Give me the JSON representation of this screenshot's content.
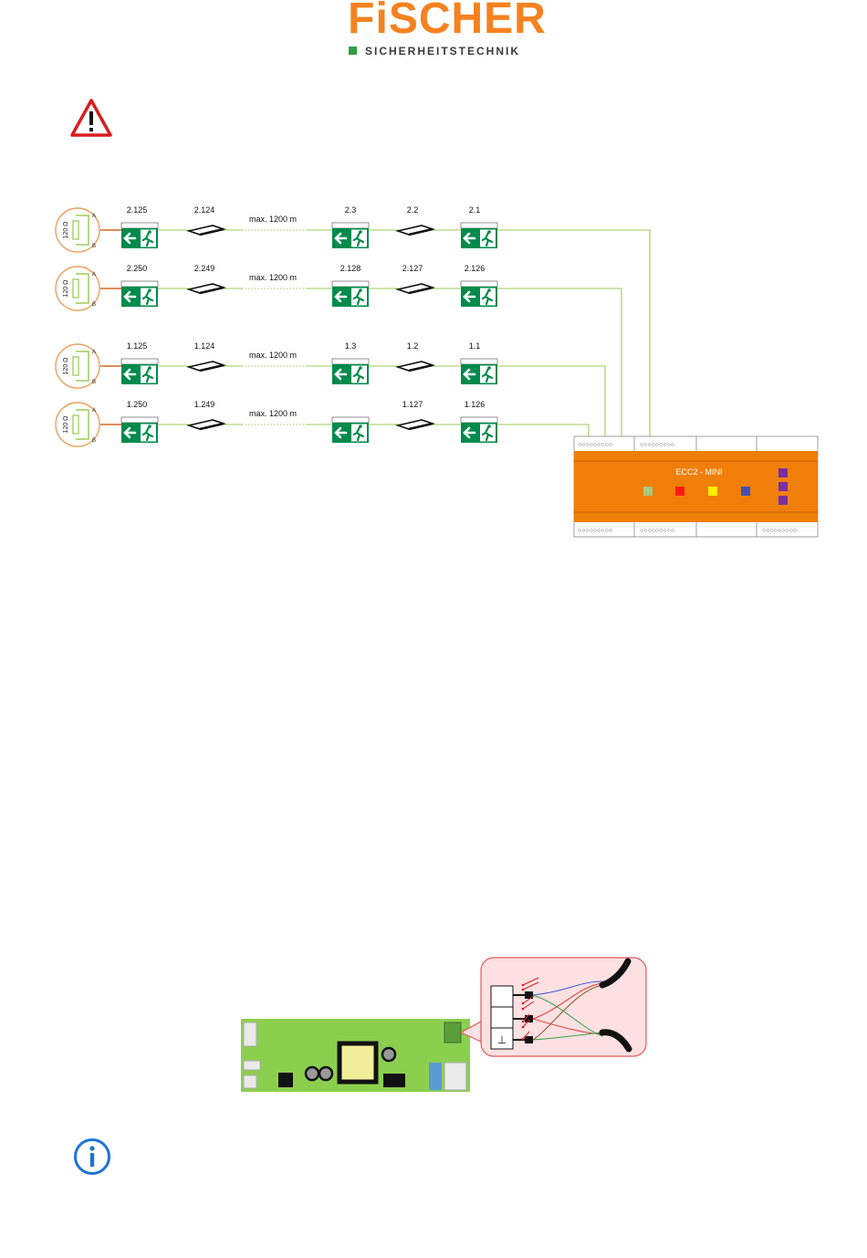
{
  "header": {
    "brand": "FiSCHER",
    "subtitle": "SICHERHEITSTECHNIK",
    "brand_color": "#f58220",
    "subtitle_color": "#3a3a3a",
    "square_color": "#2e9e3e"
  },
  "icons": {
    "warning": "warning-triangle-icon",
    "info": "info-circle-icon",
    "exit_sign": "exit-sign-icon"
  },
  "bus_diagram": {
    "terminator": {
      "resistance": "120 Ω",
      "pin_a": "A",
      "pin_b": "B"
    },
    "distance_label": "max. 1200 m",
    "lines": [
      {
        "labels": [
          "2.125",
          "2.124",
          "2.3",
          "2.2",
          "2.1"
        ]
      },
      {
        "labels": [
          "2.250",
          "2.249",
          "2.128",
          "2.127",
          "2.126"
        ]
      },
      {
        "labels": [
          "1.125",
          "1.124",
          "1.3",
          "1.2",
          "1.1"
        ]
      },
      {
        "labels": [
          "1.250",
          "1.249",
          "",
          "1.127",
          "1.126"
        ]
      }
    ],
    "controller": {
      "name": "ECC2 - MINI",
      "terminal_label": "○○○○○○○○○",
      "led_colors": [
        "#a6c97a",
        "#ff1a1a",
        "#ffee00",
        "#3f51b5"
      ],
      "side_led_color": "#7a2fa0",
      "body_color": "#f07f0a"
    },
    "colors": {
      "bus_line": "#9ecb5a",
      "stub_line": "#d2691e",
      "sign_green": "#008a4c"
    }
  },
  "pcb": {
    "board_color": "#8ccf4f",
    "callout_bg": "#fde0e2",
    "callout_border": "#e05a5a",
    "ground_symbol": "⊥"
  }
}
